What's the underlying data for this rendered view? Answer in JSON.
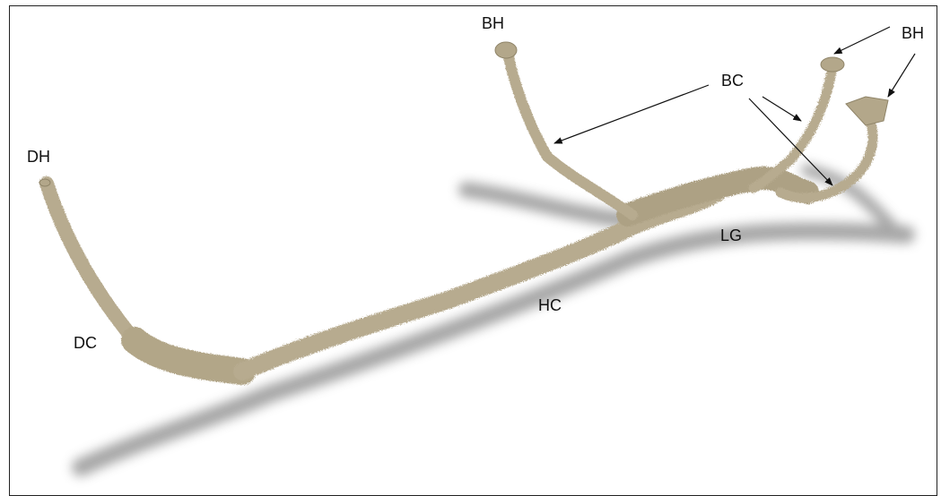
{
  "labels": {
    "dh": "DH",
    "dc": "DC",
    "hc": "HC",
    "lg": "LG",
    "bh_left": "BH",
    "bh_right": "BH",
    "bc": "BC"
  },
  "colors": {
    "cast": "#b7ab8f",
    "cast_dark": "#8f8468",
    "shadow": "#8a8a8a",
    "arrow": "#111111",
    "frame": "#222222"
  }
}
